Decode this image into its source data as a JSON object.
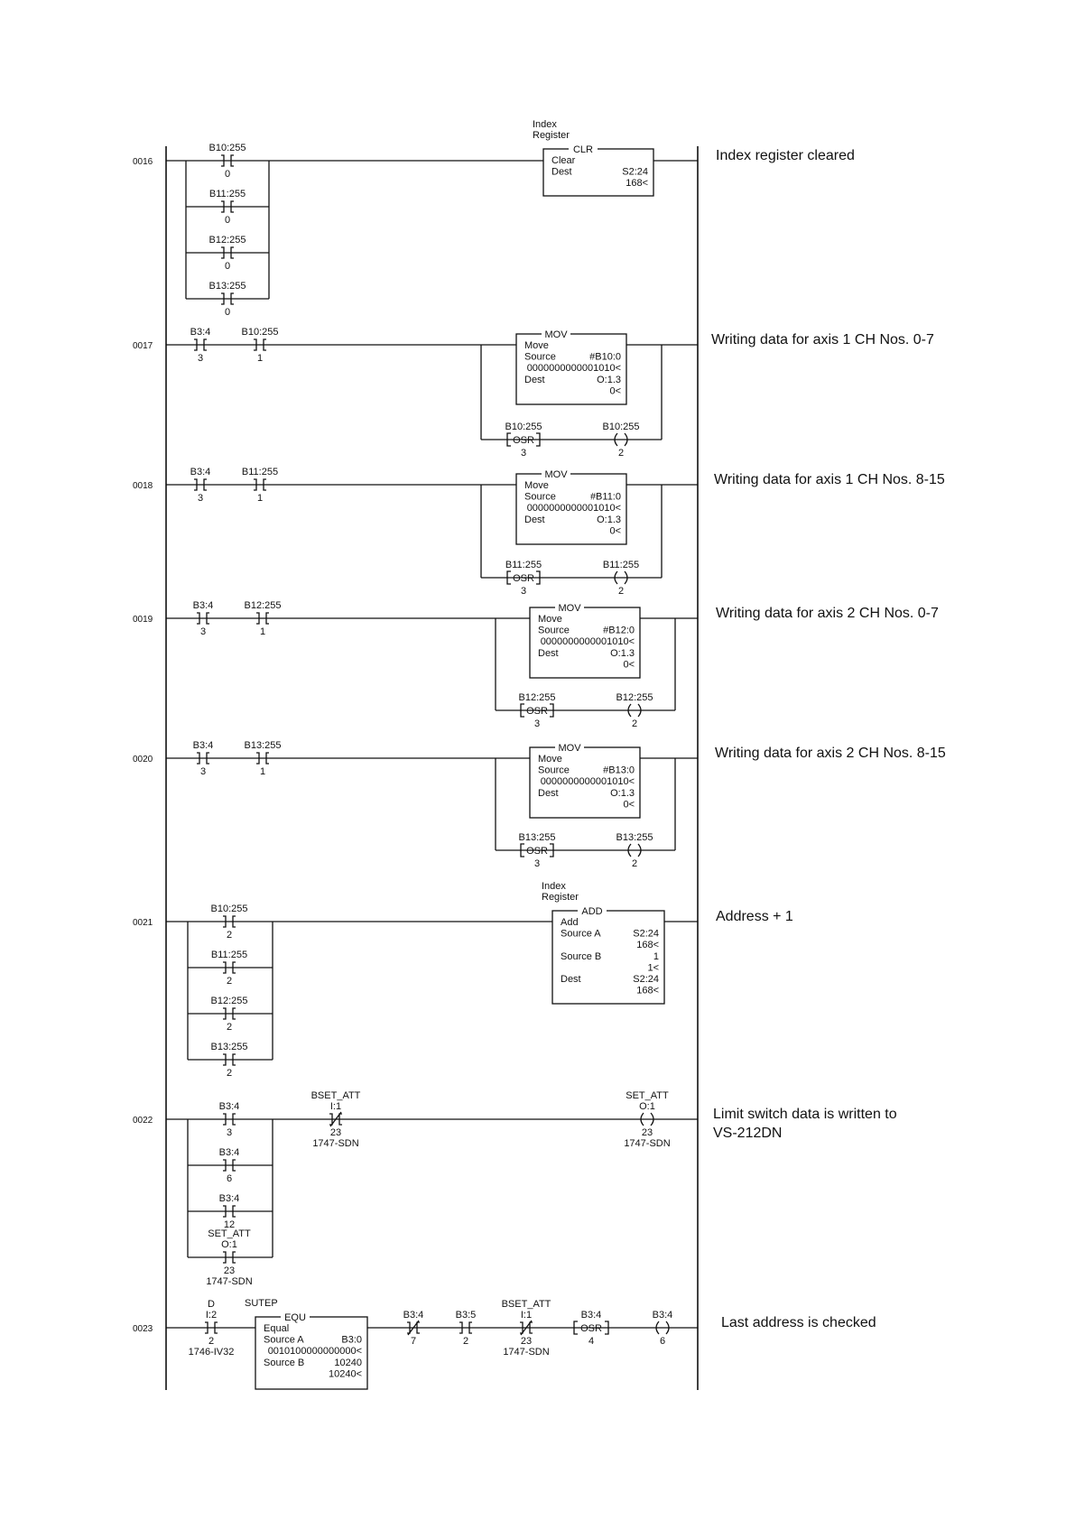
{
  "rungs": [
    {
      "number": "0016",
      "comment": [
        "Index register cleared"
      ],
      "branch_contacts": [
        {
          "address": "B10:255",
          "bit": "0"
        },
        {
          "address": "B11:255",
          "bit": "0"
        },
        {
          "address": "B12:255",
          "bit": "0"
        },
        {
          "address": "B13:255",
          "bit": "0"
        }
      ],
      "block": {
        "above": [
          "Index",
          "Register"
        ],
        "type": "CLR",
        "lines": [
          [
            "Clear",
            ""
          ],
          [
            "Dest",
            "S2:24"
          ],
          [
            "",
            "168<"
          ]
        ]
      }
    },
    {
      "number": "0017",
      "comment": [
        "Writing data for axis 1 CH Nos. 0-7"
      ],
      "contacts": [
        {
          "address": "B3:4",
          "bit": "3"
        },
        {
          "address": "B10:255",
          "bit": "1"
        }
      ],
      "block": {
        "type": "MOV",
        "lines": [
          [
            "Move",
            ""
          ],
          [
            "Source",
            "#B10:0"
          ],
          [
            "",
            "0000000000001010<"
          ],
          [
            "Dest",
            "O:1.3"
          ],
          [
            "",
            "0<"
          ]
        ]
      },
      "osr": {
        "address": "B10:255",
        "label": "OSR",
        "bit": "3"
      },
      "coil": {
        "address": "B10:255",
        "bit": "2"
      }
    },
    {
      "number": "0018",
      "comment": [
        "Writing data for axis 1 CH Nos. 8-15"
      ],
      "contacts": [
        {
          "address": "B3:4",
          "bit": "3"
        },
        {
          "address": "B11:255",
          "bit": "1"
        }
      ],
      "block": {
        "type": "MOV",
        "lines": [
          [
            "Move",
            ""
          ],
          [
            "Source",
            "#B11:0"
          ],
          [
            "",
            "0000000000001010<"
          ],
          [
            "Dest",
            "O:1.3"
          ],
          [
            "",
            "0<"
          ]
        ]
      },
      "osr": {
        "address": "B11:255",
        "label": "OSR",
        "bit": "3"
      },
      "coil": {
        "address": "B11:255",
        "bit": "2"
      }
    },
    {
      "number": "0019",
      "comment": [
        "Writing data for axis 2 CH Nos. 0-7"
      ],
      "contacts": [
        {
          "address": "B3:4",
          "bit": "3"
        },
        {
          "address": "B12:255",
          "bit": "1"
        }
      ],
      "block": {
        "type": "MOV",
        "lines": [
          [
            "Move",
            ""
          ],
          [
            "Source",
            "#B12:0"
          ],
          [
            "",
            "0000000000001010<"
          ],
          [
            "Dest",
            "O:1.3"
          ],
          [
            "",
            "0<"
          ]
        ]
      },
      "osr": {
        "address": "B12:255",
        "label": "OSR",
        "bit": "3"
      },
      "coil": {
        "address": "B12:255",
        "bit": "2"
      }
    },
    {
      "number": "0020",
      "comment": [
        "Writing data for axis 2 CH Nos. 8-15"
      ],
      "contacts": [
        {
          "address": "B3:4",
          "bit": "3"
        },
        {
          "address": "B13:255",
          "bit": "1"
        }
      ],
      "block": {
        "type": "MOV",
        "lines": [
          [
            "Move",
            ""
          ],
          [
            "Source",
            "#B13:0"
          ],
          [
            "",
            "0000000000001010<"
          ],
          [
            "Dest",
            "O:1.3"
          ],
          [
            "",
            "0<"
          ]
        ]
      },
      "osr": {
        "address": "B13:255",
        "label": "OSR",
        "bit": "3"
      },
      "coil": {
        "address": "B13:255",
        "bit": "2"
      }
    },
    {
      "number": "0021",
      "comment": [
        "Address + 1"
      ],
      "branch_contacts": [
        {
          "address": "B10:255",
          "bit": "2"
        },
        {
          "address": "B11:255",
          "bit": "2"
        },
        {
          "address": "B12:255",
          "bit": "2"
        },
        {
          "address": "B13:255",
          "bit": "2"
        }
      ],
      "block": {
        "above": [
          "Index",
          "Register"
        ],
        "type": "ADD",
        "lines": [
          [
            "Add",
            ""
          ],
          [
            "Source A",
            "S2:24"
          ],
          [
            "",
            "168<"
          ],
          [
            "Source B",
            "1"
          ],
          [
            "",
            "1<"
          ],
          [
            "Dest",
            "S2:24"
          ],
          [
            "",
            "168<"
          ]
        ]
      }
    },
    {
      "number": "0022",
      "comment": [
        "Limit switch data is written to",
        "VS-212DN"
      ],
      "branch_contacts": [
        {
          "address": "B3:4",
          "bit": "3"
        },
        {
          "address": "B3:4",
          "bit": "6"
        },
        {
          "address": "B3:4",
          "bit": "12"
        },
        {
          "symbol": "SET_ATT",
          "address": "O:1",
          "bit": "23",
          "module": "1747-SDN"
        }
      ],
      "nc_contact": {
        "symbol": "BSET_ATT",
        "address": "I:1",
        "bit": "23",
        "module": "1747-SDN"
      },
      "coil": {
        "symbol": "SET_ATT",
        "address": "O:1",
        "bit": "23",
        "module": "1747-SDN"
      }
    },
    {
      "number": "0023",
      "comment": [
        "Last address is checked"
      ],
      "first_contact": {
        "symbol": "D",
        "address": "I:2",
        "bit": "2",
        "module": "1746-IV32"
      },
      "block": {
        "above": [
          "SUTEP"
        ],
        "type": "EQU",
        "lines": [
          [
            "Equal",
            ""
          ],
          [
            "Source A",
            "B3:0"
          ],
          [
            "",
            "0010100000000000<"
          ],
          [
            "Source B",
            "10240"
          ],
          [
            "",
            "10240<"
          ]
        ]
      },
      "series": [
        {
          "kind": "nc",
          "address": "B3:4",
          "bit": "7"
        },
        {
          "kind": "no",
          "address": "B3:5",
          "bit": "2"
        },
        {
          "kind": "nc",
          "symbol": "BSET_ATT",
          "address": "I:1",
          "bit": "23",
          "module": "1747-SDN"
        },
        {
          "kind": "osr",
          "address": "B3:4",
          "label": "OSR",
          "bit": "4"
        },
        {
          "kind": "coil",
          "address": "B3:4",
          "bit": "6"
        }
      ]
    }
  ]
}
